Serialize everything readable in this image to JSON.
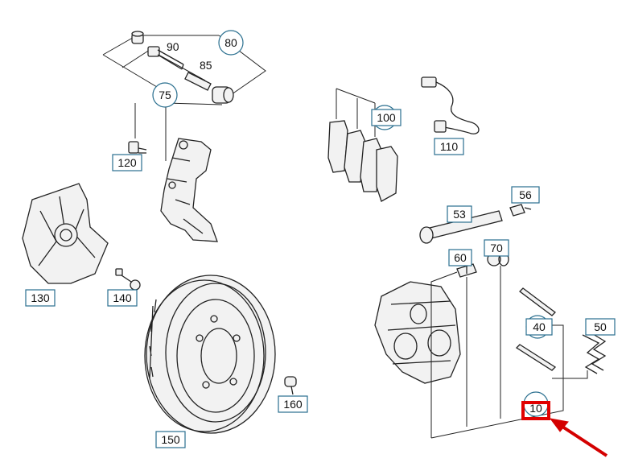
{
  "diagram": {
    "callouts": {
      "p80": "80",
      "p90": "90",
      "p85": "85",
      "p75": "75",
      "p100": "100",
      "p110": "110",
      "p120": "120",
      "p56": "56",
      "p53": "53",
      "p60": "60",
      "p70": "70",
      "p130": "130",
      "p140": "140",
      "p40": "40",
      "p50": "50",
      "p150": "150",
      "p160": "160",
      "p10": "10"
    },
    "highlight": {
      "target": "10",
      "color": "#e00000"
    },
    "colors": {
      "line": "#222222",
      "label_border": "#2a6f8f",
      "highlight": "#e00000",
      "arrow": "#d40000"
    }
  }
}
